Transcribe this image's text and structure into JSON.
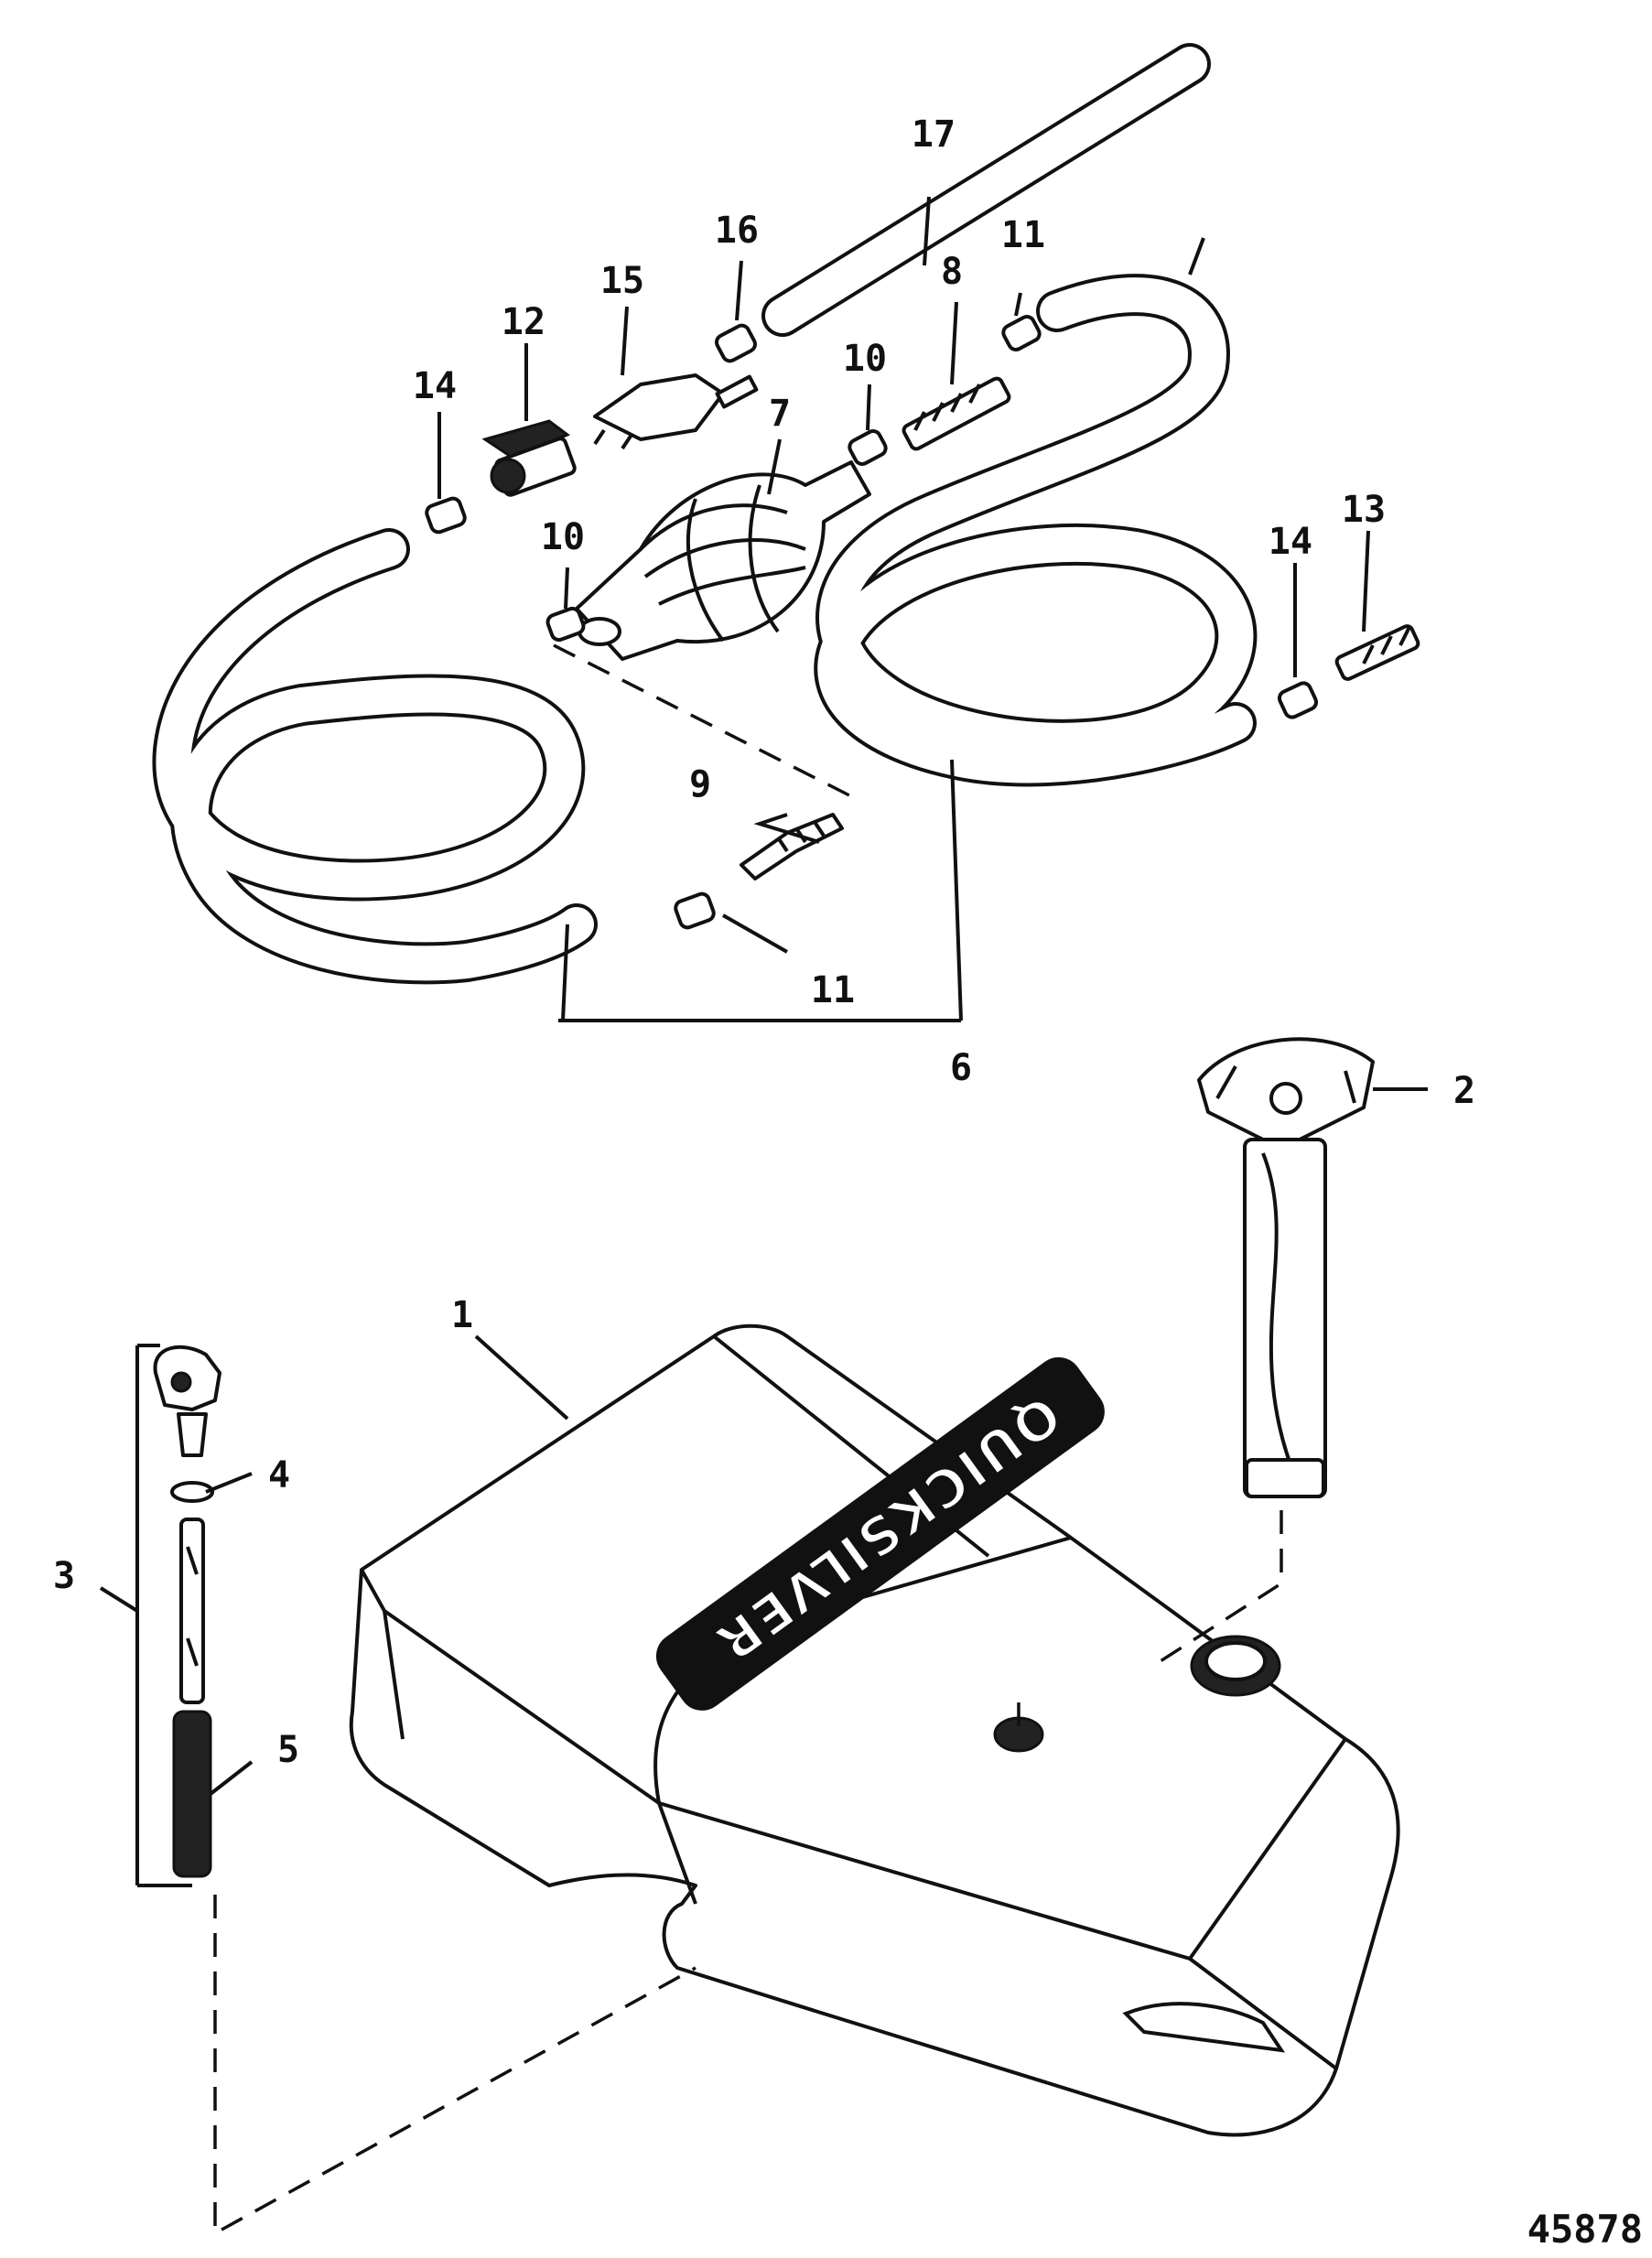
{
  "figure_id": "45878",
  "brand_label": "QUICKSILVER",
  "callouts": {
    "c1": "1",
    "c2": "2",
    "c3": "3",
    "c4": "4",
    "c5": "5",
    "c6": "6",
    "c7": "7",
    "c8": "8",
    "c9": "9",
    "c10a": "10",
    "c10b": "10",
    "c11a": "11",
    "c11b": "11",
    "c12": "12",
    "c13": "13",
    "c14a": "14",
    "c14b": "14",
    "c15": "15",
    "c16": "16",
    "c17": "17"
  }
}
